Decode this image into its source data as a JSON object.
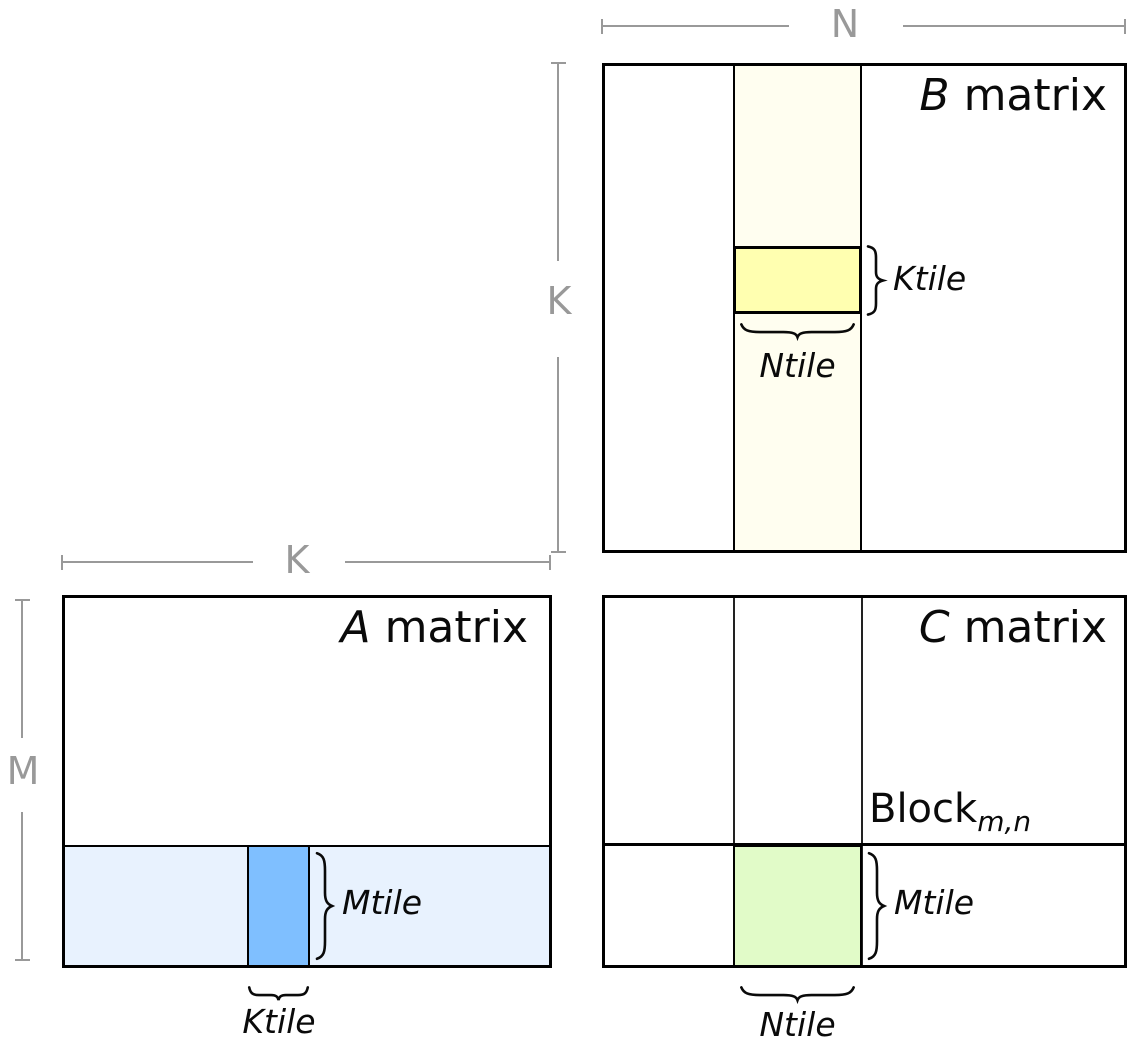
{
  "colors": {
    "background": "#ffffff",
    "outline": "#000000",
    "dim_line": "#999999",
    "thin_line": "#222222",
    "b_strip": "#fffef0",
    "b_tile": "#ffffb0",
    "a_strip": "#e8f2fe",
    "a_tile": "#7fbfff",
    "c_tile": "#e1fbc8"
  },
  "b_matrix": {
    "title_letter": "B",
    "title_rest": " matrix",
    "dim_top_label": "N",
    "dim_left_label": "K",
    "tile_row_label": "Ktile",
    "tile_col_label": "Ntile"
  },
  "a_matrix": {
    "title_letter": "A",
    "title_rest": " matrix",
    "dim_top_label": "K",
    "dim_left_label": "M",
    "tile_row_label": "Mtile",
    "tile_col_label": "Ktile"
  },
  "c_matrix": {
    "title_letter": "C",
    "title_rest": " matrix",
    "block_text": "Block",
    "block_subscript": "m,n",
    "tile_row_label": "Mtile",
    "tile_col_label": "Ntile"
  }
}
